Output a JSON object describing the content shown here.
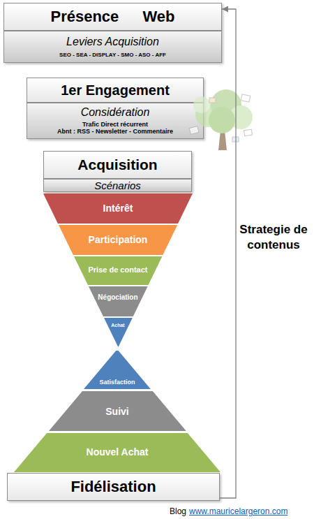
{
  "diagram": {
    "nodes": [
      {
        "text": [
          "Présence Web"
        ]
      },
      {
        "text": [
          "Leviers Acquisition",
          "SEO - SEA - DISPLAY - SMO - ASO - AFF"
        ]
      },
      {
        "text": [
          "1er Engagement"
        ]
      },
      {
        "text": [
          "Considération",
          "Trafic Direct récurrent",
          "Abnt : RSS - Newsletter - Commentaire"
        ]
      },
      {
        "text": [
          "Acquisition"
        ]
      },
      {
        "text": [
          "Scénarios"
        ]
      },
      {
        "text": [
          "Intérêt"
        ]
      },
      {
        "text": [
          "Participation"
        ]
      },
      {
        "text": [
          "Prise de contact"
        ]
      },
      {
        "text": [
          "Négociation"
        ]
      },
      {
        "text": [
          "Achat"
        ]
      },
      {
        "text": [
          "Satisfaction"
        ]
      },
      {
        "text": [
          "Suivi"
        ]
      },
      {
        "text": [
          "Nouvel Achat"
        ]
      },
      {
        "text": [
          "Fidélisation"
        ]
      }
    ],
    "edges": [
      {
        "from": 14,
        "to": 0,
        "arrow": "to",
        "label": "Strategie de contenus"
      }
    ],
    "labels": [
      "Blog",
      "www.mauricelargeron.com"
    ]
  }
}
